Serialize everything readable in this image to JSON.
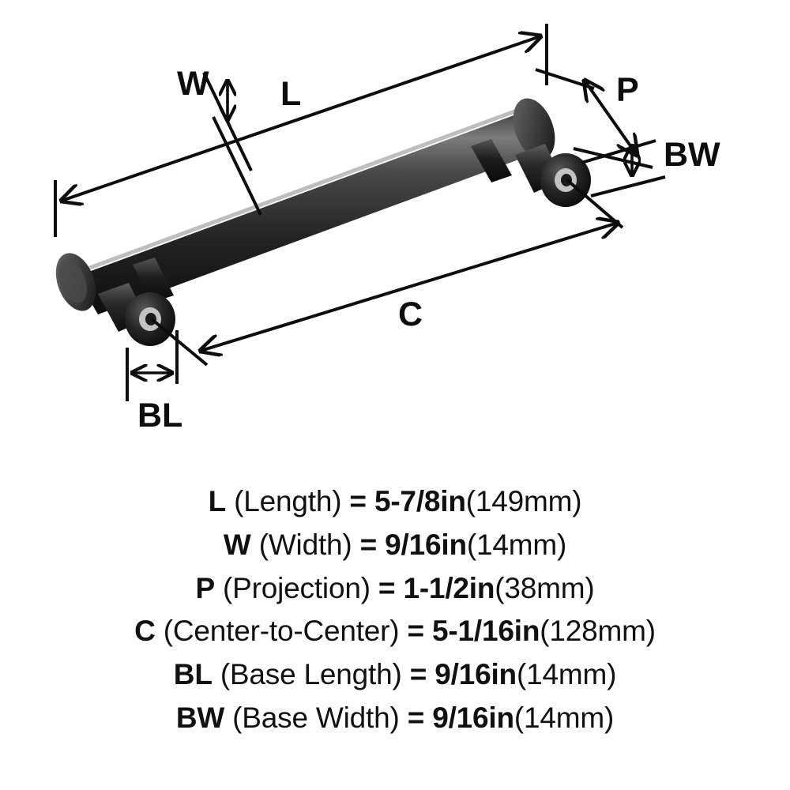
{
  "diagram": {
    "title": "Cabinet bar pull dimension diagram",
    "product": "black bar pull handle with two mounting posts",
    "annotations": [
      {
        "key": "L",
        "label": "L",
        "role": "overall-length-dimension"
      },
      {
        "key": "W",
        "label": "W",
        "role": "bar-width-dimension"
      },
      {
        "key": "P",
        "label": "P",
        "role": "projection-dimension"
      },
      {
        "key": "BW",
        "label": "BW",
        "role": "base-width-dimension"
      },
      {
        "key": "C",
        "label": "C",
        "role": "center-to-center-dimension"
      },
      {
        "key": "BL",
        "label": "BL",
        "role": "base-length-dimension"
      }
    ],
    "colors": {
      "line": "#0d0d0d",
      "background": "#ffffff",
      "handle_dark": "#1a1a1a",
      "handle_mid": "#2e2e2e",
      "handle_highlight": "#6e6e6e",
      "screw_hole": "#b9b9b9"
    }
  },
  "legend": {
    "rows": [
      {
        "symbol": "L",
        "name": "(Length)",
        "eq": "=",
        "value": "5-7/8in",
        "metric": "(149mm)"
      },
      {
        "symbol": "W",
        "name": "(Width)",
        "eq": "=",
        "value": "9/16in",
        "metric": "(14mm)"
      },
      {
        "symbol": "P",
        "name": "(Projection)",
        "eq": "=",
        "value": "1-1/2in",
        "metric": "(38mm)"
      },
      {
        "symbol": "C",
        "name": "(Center-to-Center)",
        "eq": "=",
        "value": "5-1/16in",
        "metric": "(128mm)"
      },
      {
        "symbol": "BL",
        "name": "(Base Length)",
        "eq": "=",
        "value": "9/16in",
        "metric": "(14mm)"
      },
      {
        "symbol": "BW",
        "name": "(Base Width)",
        "eq": "=",
        "value": "9/16in",
        "metric": "(14mm)"
      }
    ]
  }
}
